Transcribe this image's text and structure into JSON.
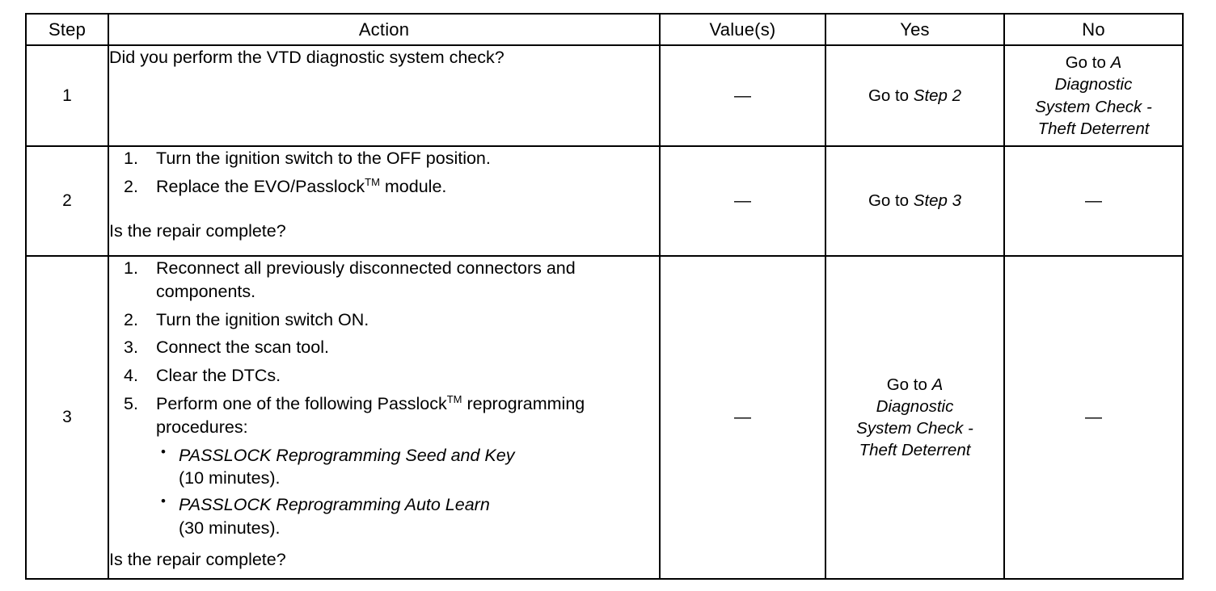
{
  "table": {
    "headers": [
      "Step",
      "Action",
      "Value(s)",
      "Yes",
      "No"
    ],
    "dash": "—",
    "bullet_glyph": "•",
    "tm": "TM",
    "rows": [
      {
        "step": "1",
        "action": {
          "question": "Did you perform the VTD diagnostic system check?"
        },
        "value": "—",
        "yes": {
          "prefix": "Go to ",
          "italic": "Step 2"
        },
        "no": {
          "prefix": "Go to ",
          "italic_lines": [
            "A",
            "Diagnostic",
            "System Check -",
            "Theft Deterrent"
          ]
        }
      },
      {
        "step": "2",
        "action": {
          "items": [
            {
              "num": "1.",
              "text_before_tm": "Turn the ignition switch to the OFF position.",
              "text_after_tm": ""
            },
            {
              "num": "2.",
              "text_before_tm": "Replace the EVO/Passlock",
              "text_after_tm": " module."
            }
          ],
          "question": "Is the repair complete?"
        },
        "value": "—",
        "yes": {
          "prefix": "Go to ",
          "italic": "Step 3"
        },
        "no": {
          "dash": "—"
        }
      },
      {
        "step": "3",
        "action": {
          "items": [
            {
              "num": "1.",
              "text_before_tm": "Reconnect all previously disconnected connectors and components.",
              "text_after_tm": ""
            },
            {
              "num": "2.",
              "text_before_tm": "Turn the ignition switch ON.",
              "text_after_tm": ""
            },
            {
              "num": "3.",
              "text_before_tm": "Connect the scan tool.",
              "text_after_tm": ""
            },
            {
              "num": "4.",
              "text_before_tm": "Clear the DTCs.",
              "text_after_tm": ""
            },
            {
              "num": "5.",
              "text_before_tm": "Perform one of the following Passlock",
              "text_after_tm": " reprogramming procedures:"
            }
          ],
          "subitems": [
            {
              "italic": "PASSLOCK Reprogramming Seed and Key",
              "roman": "(10 minutes)."
            },
            {
              "italic": "PASSLOCK Reprogramming Auto Learn",
              "roman": "(30 minutes)."
            }
          ],
          "question": "Is the repair complete?"
        },
        "value": "—",
        "yes": {
          "prefix": "Go to ",
          "italic_lines": [
            "A",
            "Diagnostic",
            "System Check -",
            "Theft Deterrent"
          ]
        },
        "no": {
          "dash": "—"
        }
      }
    ]
  }
}
